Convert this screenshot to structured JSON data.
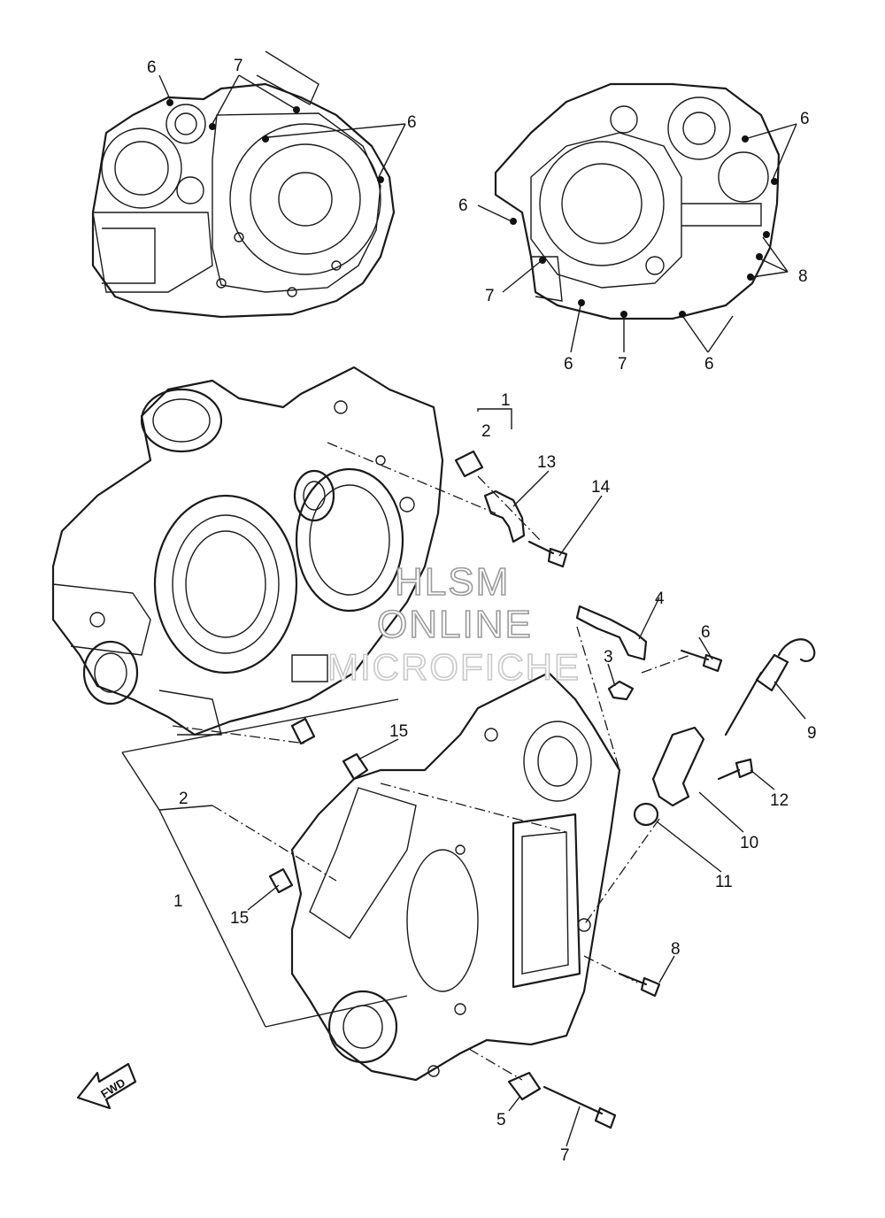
{
  "callouts": [
    {
      "id": "c6a",
      "text": "6"
    },
    {
      "id": "c7a",
      "text": "7"
    },
    {
      "id": "c6b",
      "text": "6"
    },
    {
      "id": "c6c",
      "text": "6"
    },
    {
      "id": "c6d",
      "text": "6"
    },
    {
      "id": "c7b",
      "text": "7"
    },
    {
      "id": "c8a",
      "text": "8"
    },
    {
      "id": "c6e",
      "text": "6"
    },
    {
      "id": "c7c",
      "text": "7"
    },
    {
      "id": "c6f",
      "text": "6"
    },
    {
      "id": "c1a",
      "text": "1"
    },
    {
      "id": "c2a",
      "text": "2"
    },
    {
      "id": "c13",
      "text": "13"
    },
    {
      "id": "c14",
      "text": "14"
    },
    {
      "id": "c4",
      "text": "4"
    },
    {
      "id": "c6g",
      "text": "6"
    },
    {
      "id": "c3",
      "text": "3"
    },
    {
      "id": "c9",
      "text": "9"
    },
    {
      "id": "c15a",
      "text": "15"
    },
    {
      "id": "c12",
      "text": "12"
    },
    {
      "id": "c2b",
      "text": "2"
    },
    {
      "id": "c10",
      "text": "10"
    },
    {
      "id": "c11",
      "text": "11"
    },
    {
      "id": "c1b",
      "text": "1"
    },
    {
      "id": "c15b",
      "text": "15"
    },
    {
      "id": "c8b",
      "text": "8"
    },
    {
      "id": "c5",
      "text": "5"
    },
    {
      "id": "c7d",
      "text": "7"
    }
  ],
  "watermark": {
    "line1": "HLSM",
    "line2": "ONLINE",
    "line3": "MICROFICHE"
  },
  "fwd_label": "FWD"
}
